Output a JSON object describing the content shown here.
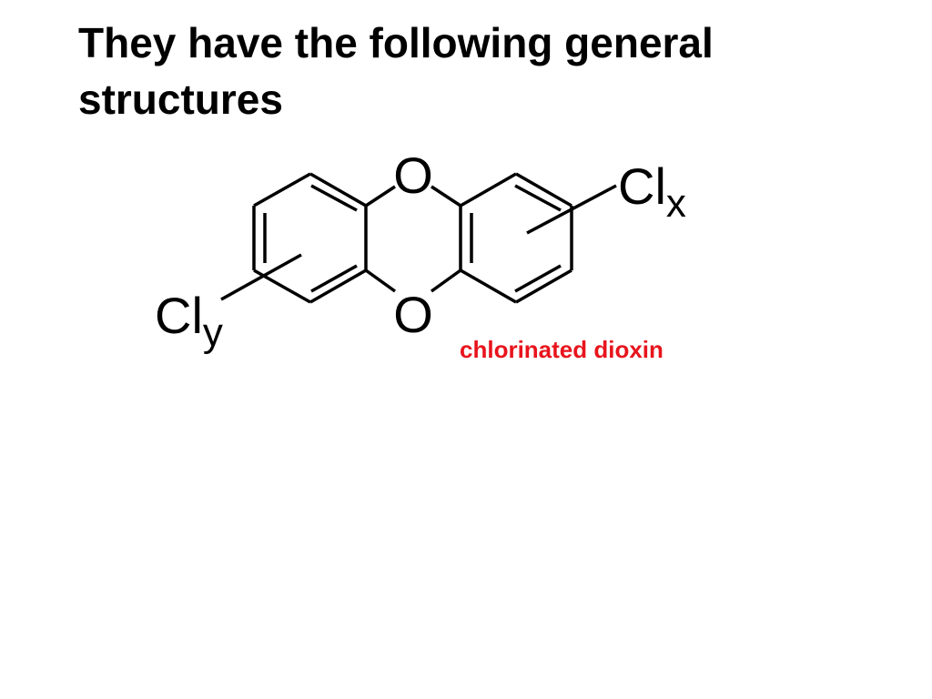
{
  "slide": {
    "title": "They have the following general structures"
  },
  "structure": {
    "atoms": {
      "oxygen_top": "O",
      "oxygen_bottom": "O",
      "chlorine_right": "Cl",
      "chlorine_right_subscript": "x",
      "chlorine_left": "Cl",
      "chlorine_left_subscript": "y"
    },
    "caption": "chlorinated dioxin"
  },
  "colors": {
    "text": "#000000",
    "caption": "#e8141c",
    "background": "#ffffff"
  }
}
